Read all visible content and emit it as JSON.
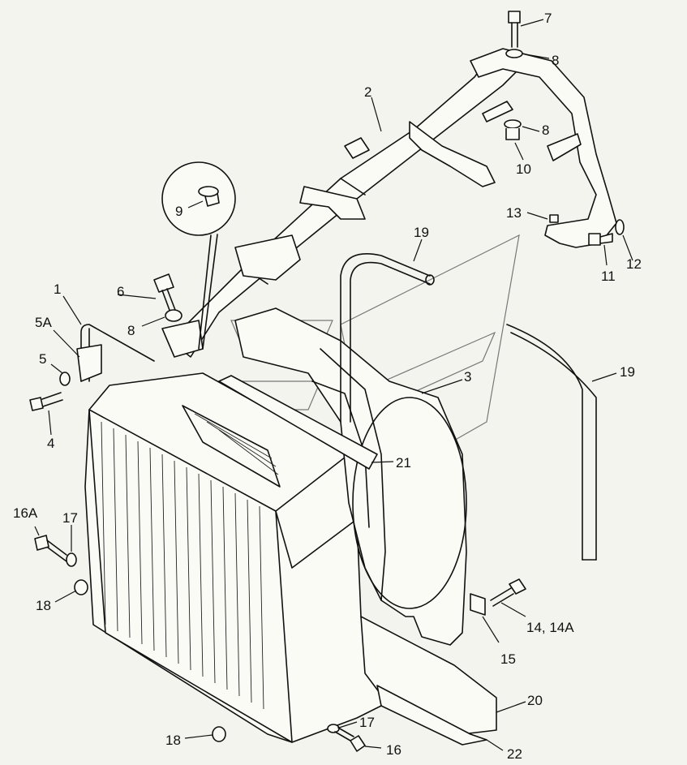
{
  "labels": [
    {
      "id": "1",
      "text": "1"
    },
    {
      "id": "2",
      "text": "2"
    },
    {
      "id": "3",
      "text": "3"
    },
    {
      "id": "4",
      "text": "4"
    },
    {
      "id": "5",
      "text": "5"
    },
    {
      "id": "5A",
      "text": "5A"
    },
    {
      "id": "6",
      "text": "6"
    },
    {
      "id": "7",
      "text": "7"
    },
    {
      "id": "8a",
      "text": "8"
    },
    {
      "id": "8b",
      "text": "8"
    },
    {
      "id": "8c",
      "text": "8"
    },
    {
      "id": "9",
      "text": "9"
    },
    {
      "id": "10",
      "text": "10"
    },
    {
      "id": "11",
      "text": "11"
    },
    {
      "id": "12",
      "text": "12"
    },
    {
      "id": "13",
      "text": "13"
    },
    {
      "id": "14",
      "text": "14, 14A"
    },
    {
      "id": "15",
      "text": "15"
    },
    {
      "id": "16a",
      "text": "16"
    },
    {
      "id": "16A",
      "text": "16A"
    },
    {
      "id": "17a",
      "text": "17"
    },
    {
      "id": "17b",
      "text": "17"
    },
    {
      "id": "18a",
      "text": "18"
    },
    {
      "id": "18b",
      "text": "18"
    },
    {
      "id": "19a",
      "text": "19"
    },
    {
      "id": "19b",
      "text": "19"
    },
    {
      "id": "20",
      "text": "20"
    },
    {
      "id": "21",
      "text": "21"
    },
    {
      "id": "22",
      "text": "22"
    }
  ]
}
